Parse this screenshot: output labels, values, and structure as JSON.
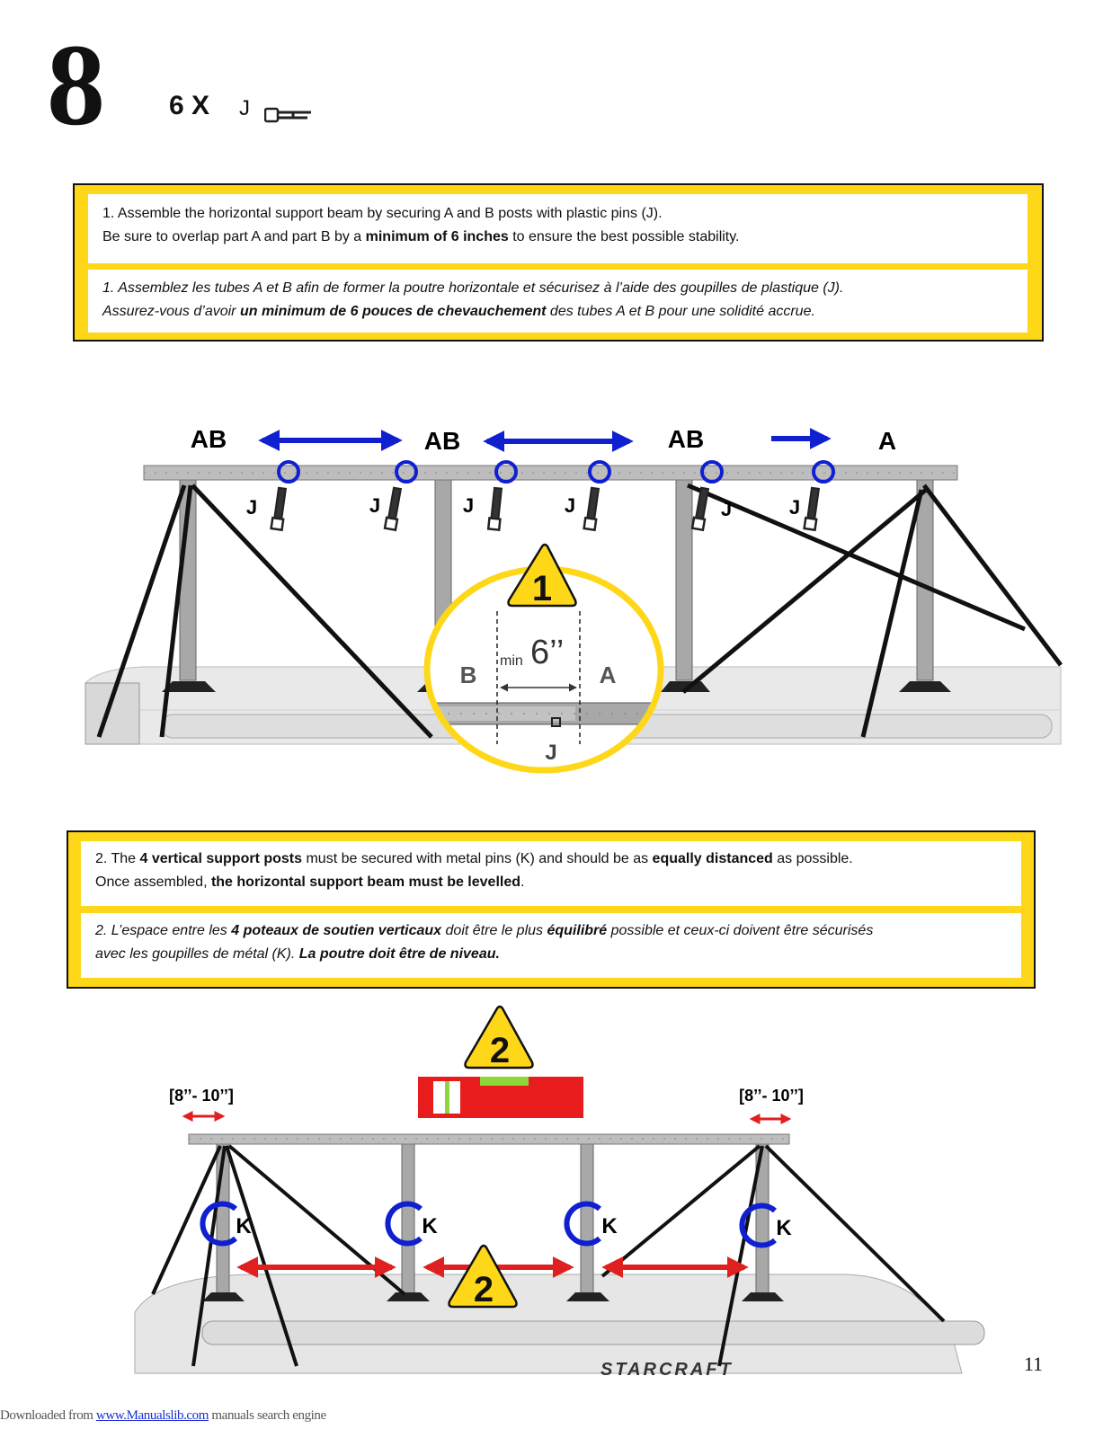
{
  "step": {
    "number": "8",
    "quantity": "6 X",
    "part_letter": "J"
  },
  "instruction1": {
    "en_line1": "1. Assemble the horizontal support beam by securing A and B posts with plastic pins (J).",
    "en_line2_pre": "Be sure to overlap part A and part B by a ",
    "en_line2_bold": "minimum of 6 inches",
    "en_line2_post": " to ensure the best possible stability.",
    "fr_line1": "1. Assemblez les tubes A et B afin de former la poutre horizontale et sécurisez à l’aide des goupilles de plastique (J).",
    "fr_line2_pre": "Assurez-vous d’avoir ",
    "fr_line2_bold": "un minimum de 6 pouces de chevauchement",
    "fr_line2_post": " des tubes A et B pour une solidité accrue."
  },
  "figure1": {
    "segment_labels": [
      "AB",
      "AB",
      "AB",
      "A"
    ],
    "pin_label": "J",
    "pin_count": 6,
    "badge": "1",
    "zoom": {
      "left_label": "B",
      "right_label": "A",
      "min_prefix": "min",
      "min_value": "6’’",
      "pin_label": "J"
    }
  },
  "instruction2": {
    "en_a": "2.  The ",
    "en_b": "4 vertical support posts",
    "en_c": " must be secured with metal pins (K) and should be as ",
    "en_d": "equally distanced",
    "en_e": " as possible.",
    "en_f": "Once assembled, ",
    "en_g": "the horizontal support beam must be levelled",
    "en_h": ".",
    "fr_a": "2. L’espace entre les ",
    "fr_b": "4 poteaux de soutien verticaux",
    "fr_c": " doit être le plus ",
    "fr_d": "équilibré",
    "fr_e": " possible et ceux-ci doivent être sécurisés",
    "fr_f": "avec les goupilles de métal (K).  ",
    "fr_g": "La poutre doit être de niveau."
  },
  "figure2": {
    "badge": "2",
    "left_range": "[8’’- 10’’]",
    "right_range": "[8’’- 10’’]",
    "pin_label": "K",
    "brand": "STARCRAFT"
  },
  "colors": {
    "yellow": "#ffd719",
    "blue": "#1020d0",
    "red": "#e02020"
  },
  "page_number": "11",
  "footer": {
    "prefix": "Downloaded from ",
    "link": "www.Manualslib.com",
    "suffix": " manuals search engine"
  }
}
